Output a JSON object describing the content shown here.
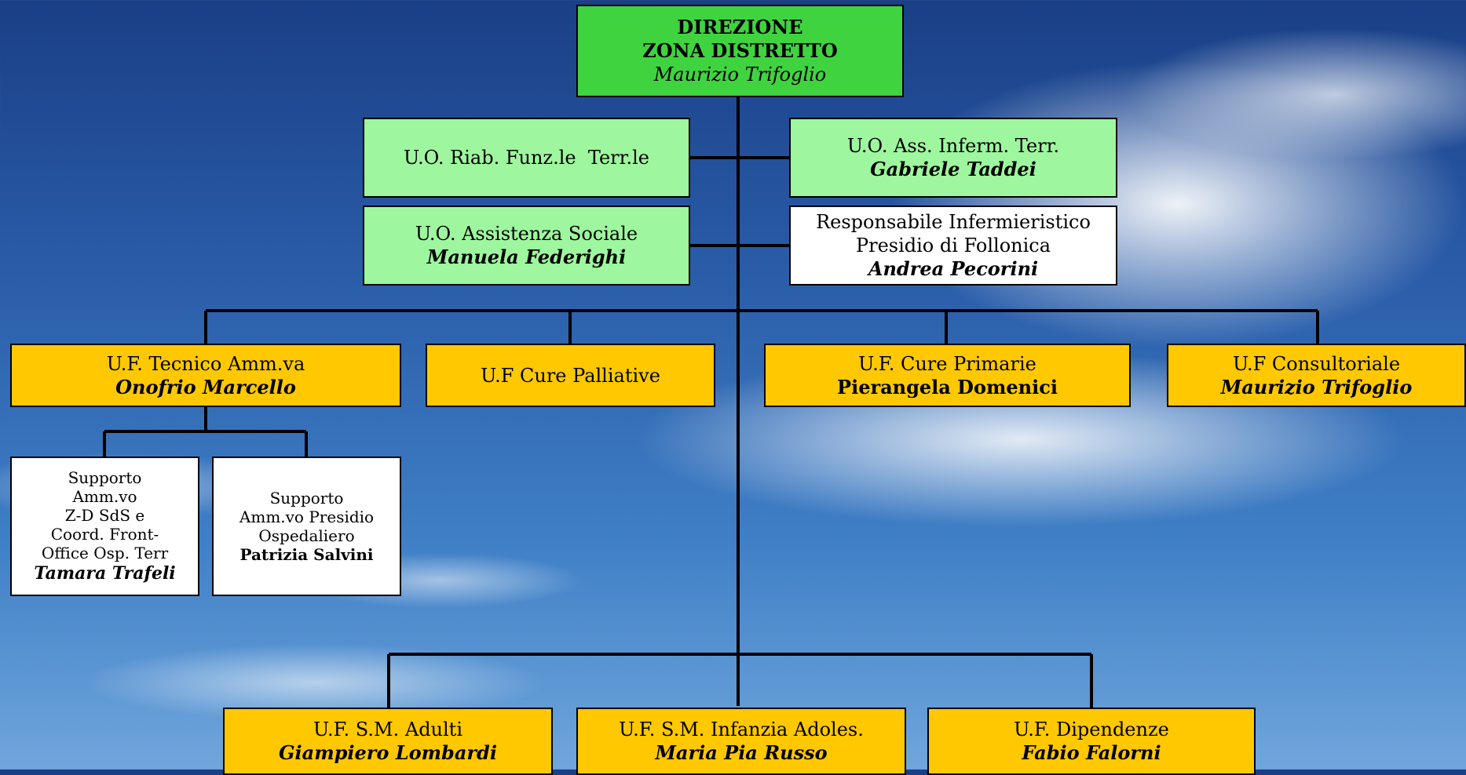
{
  "direzione": {
    "line1": "DIREZIONE",
    "line2": "ZONA DISTRETTO",
    "name": "Maurizio Trifoglio"
  },
  "uo_riab": {
    "label": "U.O. Riab. Funz.le  Terr.le"
  },
  "uo_ass_inferm": {
    "label": "U.O. Ass. Inferm. Terr.",
    "name": "Gabriele Taddei"
  },
  "uo_assistenza_sociale": {
    "label": "U.O. Assistenza Sociale",
    "name": "Manuela Federighi"
  },
  "resp_infermieristico": {
    "line1": "Responsabile Infermieristico",
    "line2": "Presidio di Follonica",
    "name": "Andrea Pecorini"
  },
  "uf_tecnico": {
    "label": "U.F. Tecnico Amm.va",
    "name": "Onofrio Marcello"
  },
  "uf_cure_palliative": {
    "label": "U.F Cure Palliative"
  },
  "uf_cure_primarie": {
    "label": "U.F. Cure Primarie",
    "name": "Pierangela Domenici"
  },
  "uf_consultoriale": {
    "label": "U.F Consultoriale",
    "name": "Maurizio Trifoglio"
  },
  "supporto_zd": {
    "lines": [
      "Supporto",
      "Amm.vo",
      "Z-D SdS e",
      "Coord. Front-",
      "Office Osp. Terr"
    ],
    "name": "Tamara Trafeli"
  },
  "supporto_presidio": {
    "lines": [
      "Supporto",
      "Amm.vo Presidio",
      "Ospedaliero"
    ],
    "name": "Patrizia Salvini"
  },
  "uf_sm_adulti": {
    "label": "U.F. S.M. Adulti",
    "name": "Giampiero Lombardi"
  },
  "uf_sm_infanzia": {
    "label": "U.F. S.M. Infanzia Adoles.",
    "name": "Maria Pia Russo"
  },
  "uf_dipendenze": {
    "label": "U.F. Dipendenze",
    "name": "Fabio Falorni"
  }
}
